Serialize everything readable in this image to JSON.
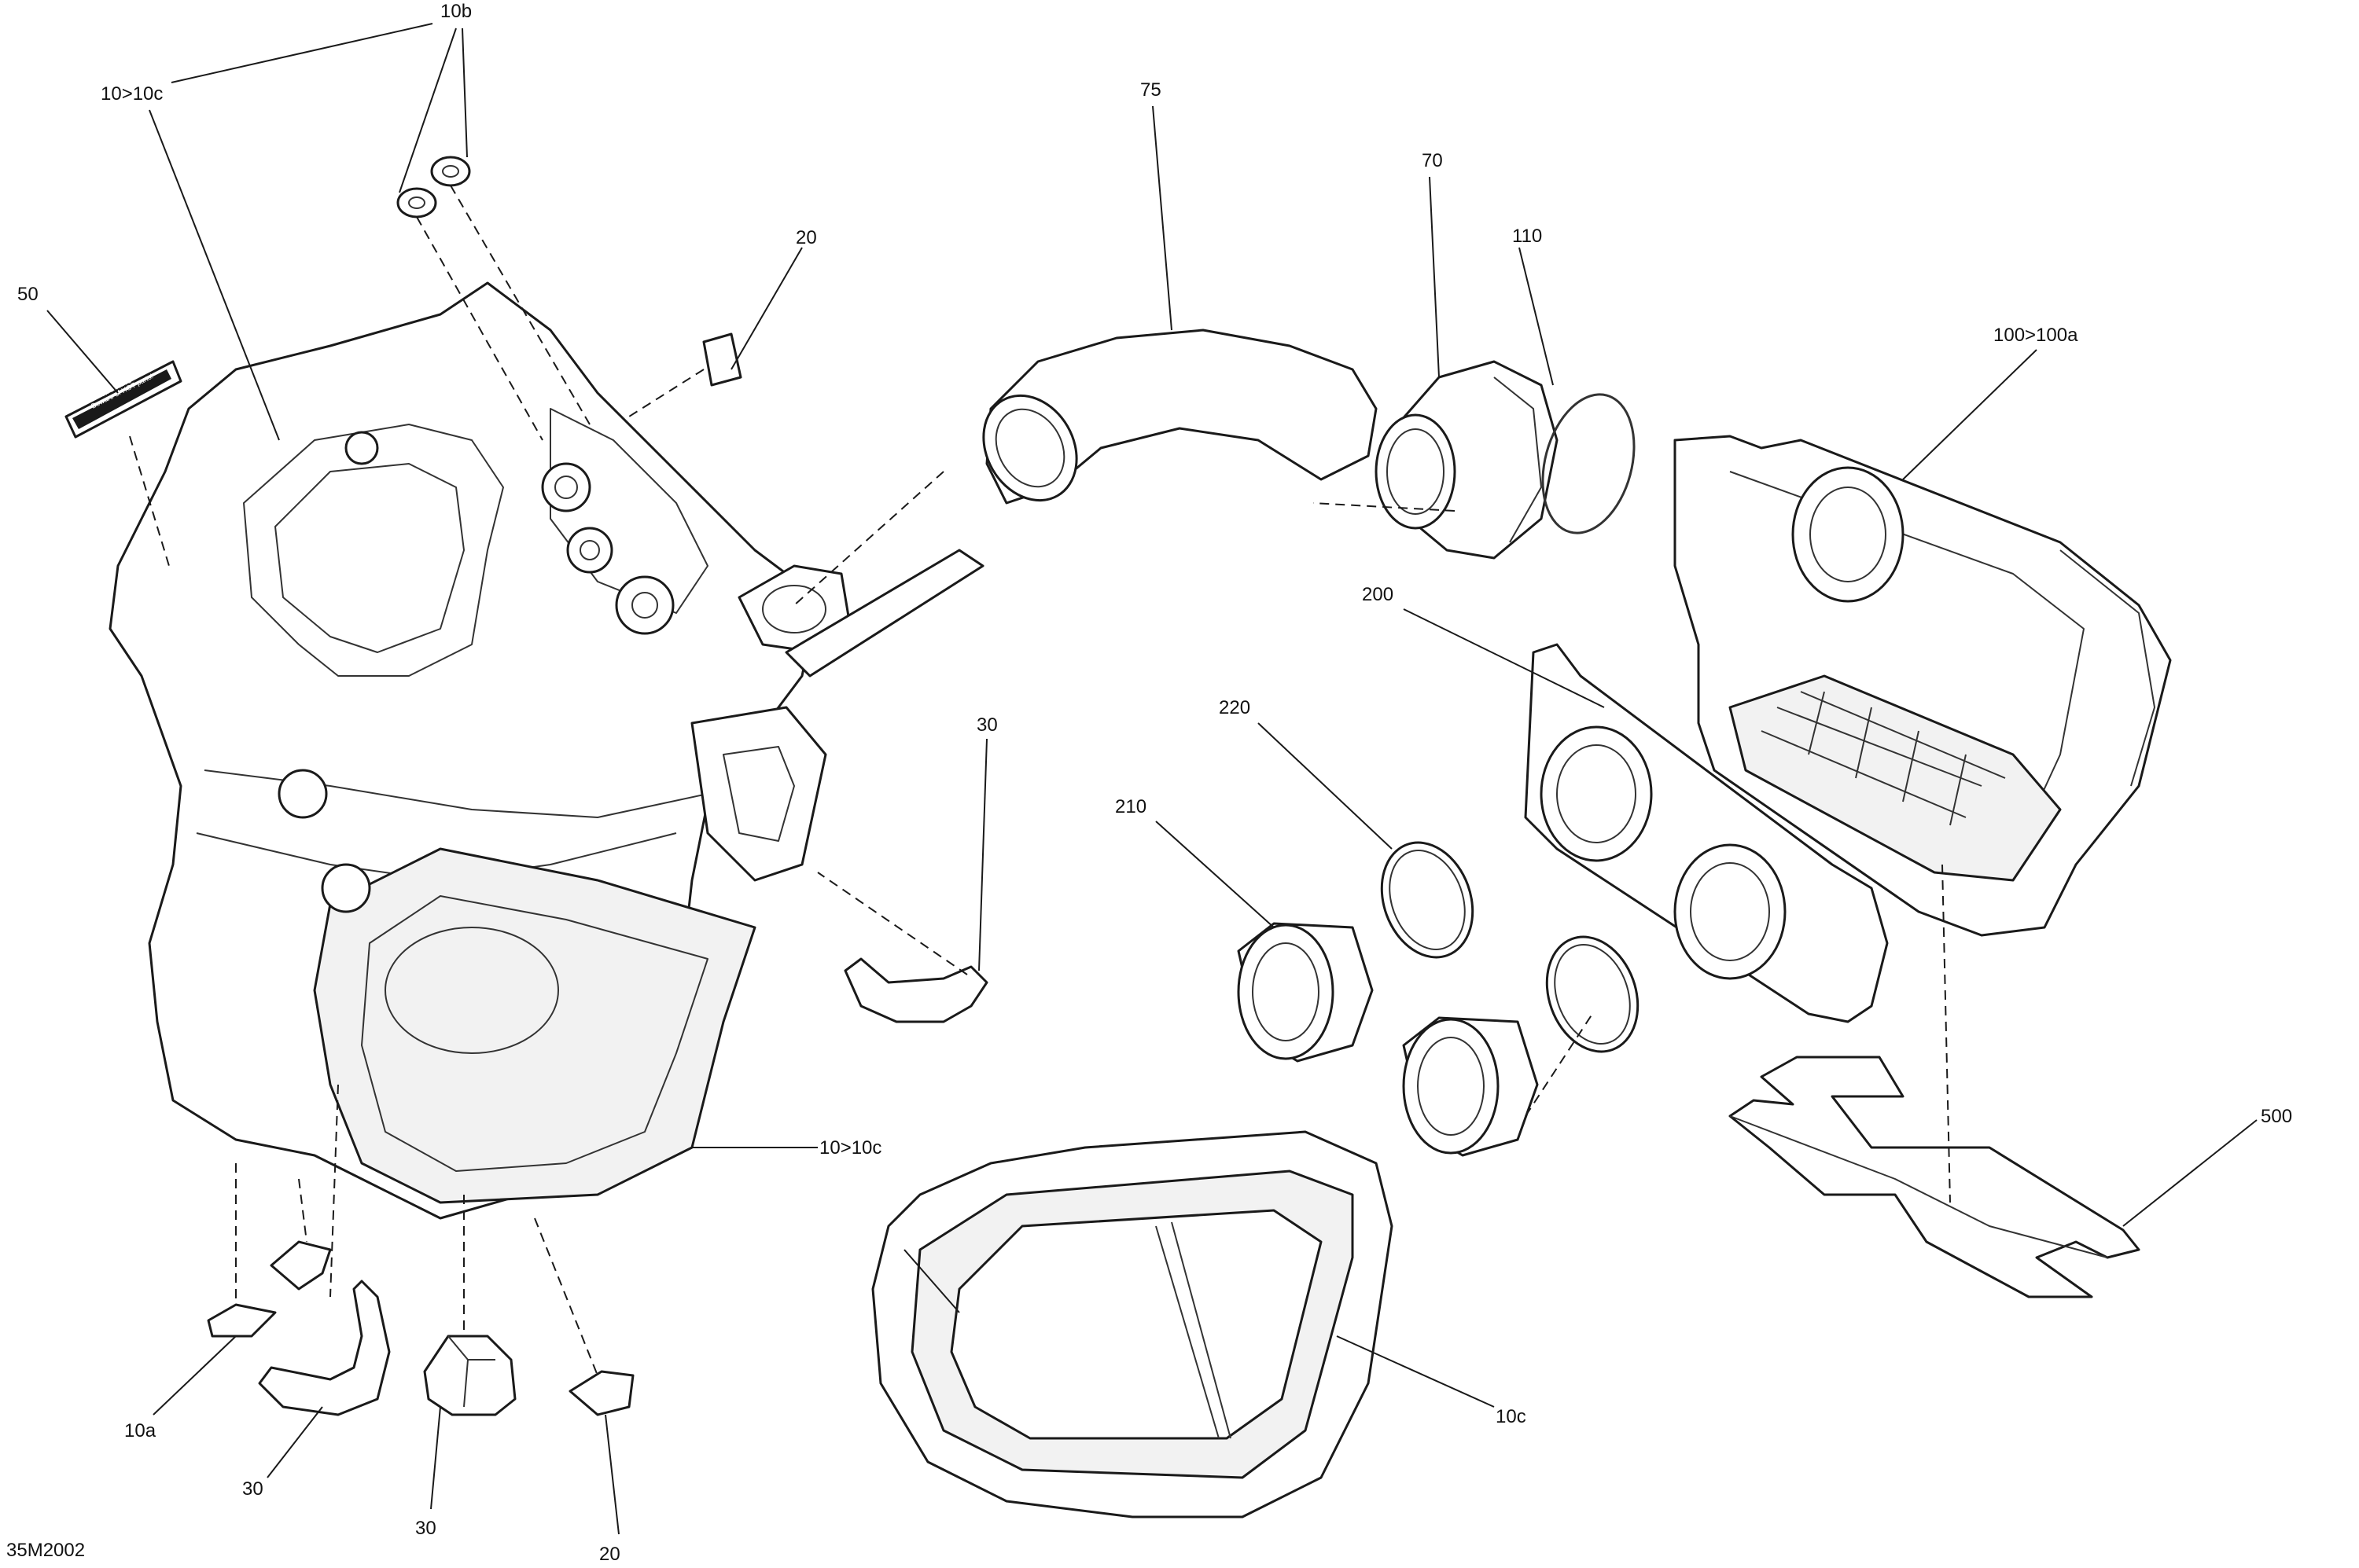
{
  "diagram_code": "35M2002",
  "sticker_text": [
    "WARNING",
    "Beware of HOT parts!"
  ],
  "callouts": {
    "c10b": "10b",
    "c10_10c_top": "10>10c",
    "c50": "50",
    "c20_top": "20",
    "c75": "75",
    "c70": "70",
    "c110": "110",
    "c100_100a": "100>100a",
    "c200": "200",
    "c220": "220",
    "c210": "210",
    "c30_right": "30",
    "c10_10c_mid": "10>10c",
    "c500": "500",
    "c10c": "10c",
    "c10a": "10a",
    "c30_bl": "30",
    "c30_bm": "30",
    "c20_bottom": "20"
  }
}
